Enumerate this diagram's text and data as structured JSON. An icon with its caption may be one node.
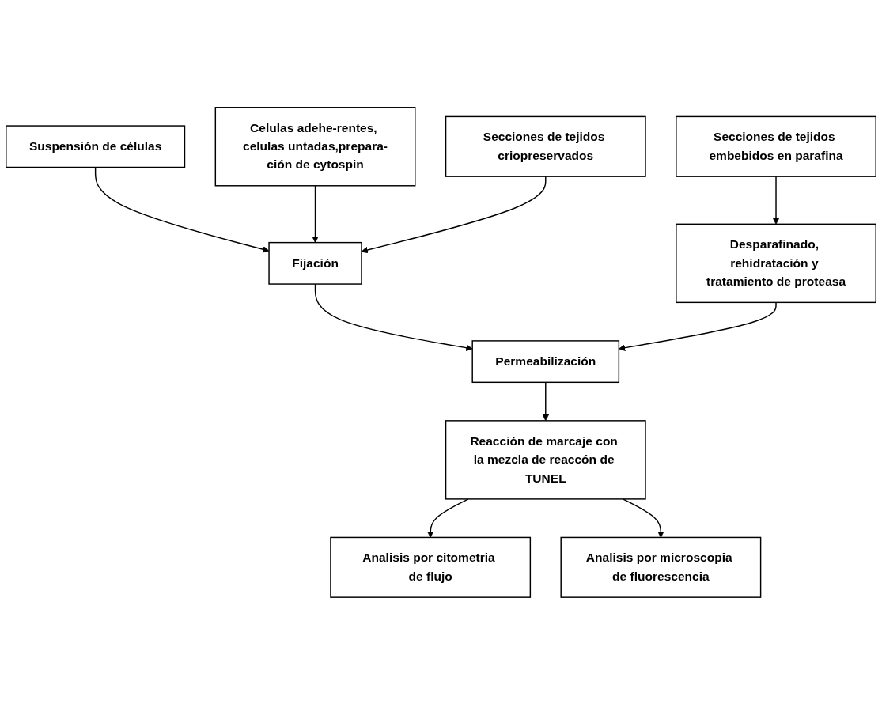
{
  "diagram": {
    "nodes": [
      {
        "text": [
          "Suspensión de células"
        ]
      },
      {
        "text": [
          "Celulas adehe-rentes, celulas untadas,prepara-ción de cytospin"
        ]
      },
      {
        "text": [
          "Secciones de tejidos criopreservados"
        ]
      },
      {
        "text": [
          "Secciones de tejidos embebidos en parafina"
        ]
      },
      {
        "text": [
          "Fijación"
        ]
      },
      {
        "text": [
          "Desparafinado, rehidratación y tratamiento de proteasa"
        ]
      },
      {
        "text": [
          "Permeabilización"
        ]
      },
      {
        "text": [
          "Reacción de marcaje con la mezcla de reaccón de TUNEL"
        ]
      },
      {
        "text": [
          "Analisis por citometria de flujo"
        ]
      },
      {
        "text": [
          "Analisis por microscopia de fluorescencia"
        ]
      }
    ],
    "edges": [
      {
        "from": 0,
        "to": 4,
        "arrow": "to"
      },
      {
        "from": 1,
        "to": 4,
        "arrow": "to"
      },
      {
        "from": 2,
        "to": 4,
        "arrow": "to"
      },
      {
        "from": 3,
        "to": 5,
        "arrow": "to"
      },
      {
        "from": 4,
        "to": 6,
        "arrow": "to"
      },
      {
        "from": 5,
        "to": 6,
        "arrow": "to"
      },
      {
        "from": 6,
        "to": 7,
        "arrow": "to"
      },
      {
        "from": 7,
        "to": 8,
        "arrow": "to"
      },
      {
        "from": 7,
        "to": 9,
        "arrow": "to"
      }
    ]
  }
}
